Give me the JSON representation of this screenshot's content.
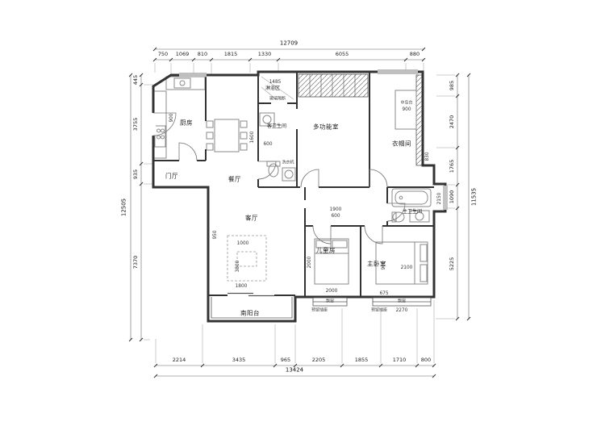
{
  "dims": {
    "top": {
      "overall": "12709",
      "segments": [
        "750",
        "1069",
        "810",
        "1815",
        "1330",
        "6055",
        "880"
      ]
    },
    "bottom": {
      "overall": "13424",
      "segments": [
        "2214",
        "3435",
        "965",
        "2205",
        "1855",
        "1710",
        "800"
      ]
    },
    "left": {
      "overall": "12505",
      "segments": [
        "445",
        "3755",
        "935",
        "7370"
      ]
    },
    "right": {
      "overall": "11535",
      "segments": [
        "985",
        "2470",
        "1765",
        "1090",
        "5225"
      ]
    }
  },
  "rooms": {
    "kitchen": "厨房",
    "foyer": "门厅",
    "dining": "餐厅",
    "shower": "淋浴区",
    "guest_bath": "客卫生间",
    "multi": "多功能室",
    "cloak": "衣帽间",
    "island": "中岛台",
    "living": "客厅",
    "kids": "儿童房",
    "master": "主卧室",
    "master_bath": "主卫生间",
    "balcony": "南阳台"
  },
  "ann": [
    "1485",
    "900",
    "1600",
    "600",
    "洗衣机",
    "玻璃隔断",
    "1900",
    "600",
    "2000",
    "2000",
    "1000",
    "3800",
    "1800",
    "950",
    "900",
    "2100",
    "675",
    "2270",
    "飘窗",
    "飘窗",
    "预留插座",
    "预留插座",
    "2150",
    "830",
    "900"
  ]
}
